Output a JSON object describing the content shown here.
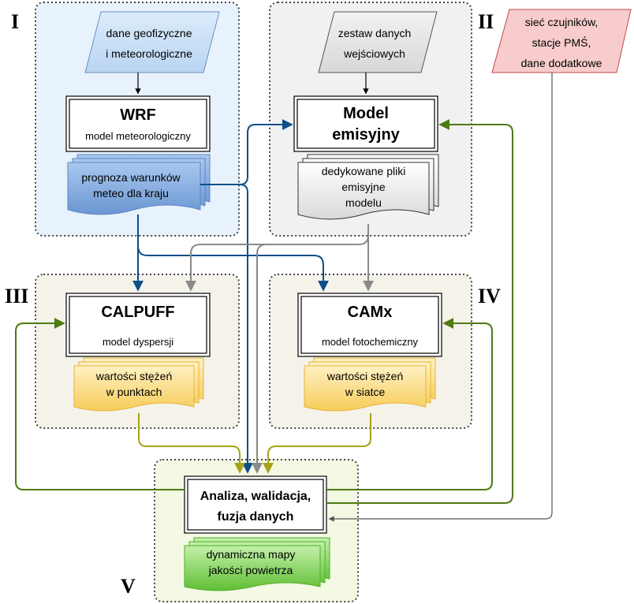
{
  "groups": {
    "g1": {
      "numeral": "I",
      "fill": "#e8f2fc"
    },
    "g2": {
      "numeral": "II",
      "fill": "#f1f1f1"
    },
    "g3": {
      "numeral": "III",
      "fill": "#f5f2ea"
    },
    "g4": {
      "numeral": "IV",
      "fill": "#f5f2ea"
    },
    "g5": {
      "numeral": "V",
      "fill": "#f3f9e3"
    }
  },
  "inputs": {
    "geo": {
      "line1": "dane geofizyczne",
      "line2": "i meteorologiczne"
    },
    "zestaw": {
      "line1": "zestaw danych",
      "line2": "wejściowych"
    },
    "siec": {
      "line1": "sieć czujników,",
      "line2": "stacje PMŚ,",
      "line3": "dane dodatkowe"
    }
  },
  "models": {
    "wrf": {
      "title": "WRF",
      "subtitle": "model meteorologiczny"
    },
    "emisyjny": {
      "title1": "Model",
      "title2": "emisyjny"
    },
    "calpuff": {
      "title": "CALPUFF",
      "subtitle": "model dyspersji"
    },
    "camx": {
      "title": "CAMx",
      "subtitle": "model fotochemiczny"
    },
    "analiza": {
      "line1": "Analiza, walidacja,",
      "line2": "fuzja danych"
    }
  },
  "outputs": {
    "prognoza": {
      "line1": "prognoza warunków",
      "line2": "meteo dla kraju"
    },
    "pliki": {
      "line1": "dedykowane pliki",
      "line2": "emisyjne",
      "line3": "modelu"
    },
    "punktach": {
      "line1": "wartości stężeń",
      "line2": "w punktach"
    },
    "siatce": {
      "line1": "wartości stężeń",
      "line2": "w siatce"
    },
    "mapy": {
      "line1": "dynamiczna mapy",
      "line2": "jakości powietrza"
    }
  },
  "colors": {
    "blue_flow": "#0b4f8a",
    "gray_flow": "#8a8a8a",
    "green_flow": "#4e7a12",
    "olive_flow": "#a6a317",
    "wrf_doc": "#7fa7d9",
    "emis_doc": "#e4e4e4",
    "yellow_doc": "#fcd97a",
    "green_doc": "#77cc4e",
    "pink_input": "#f8cccc"
  }
}
